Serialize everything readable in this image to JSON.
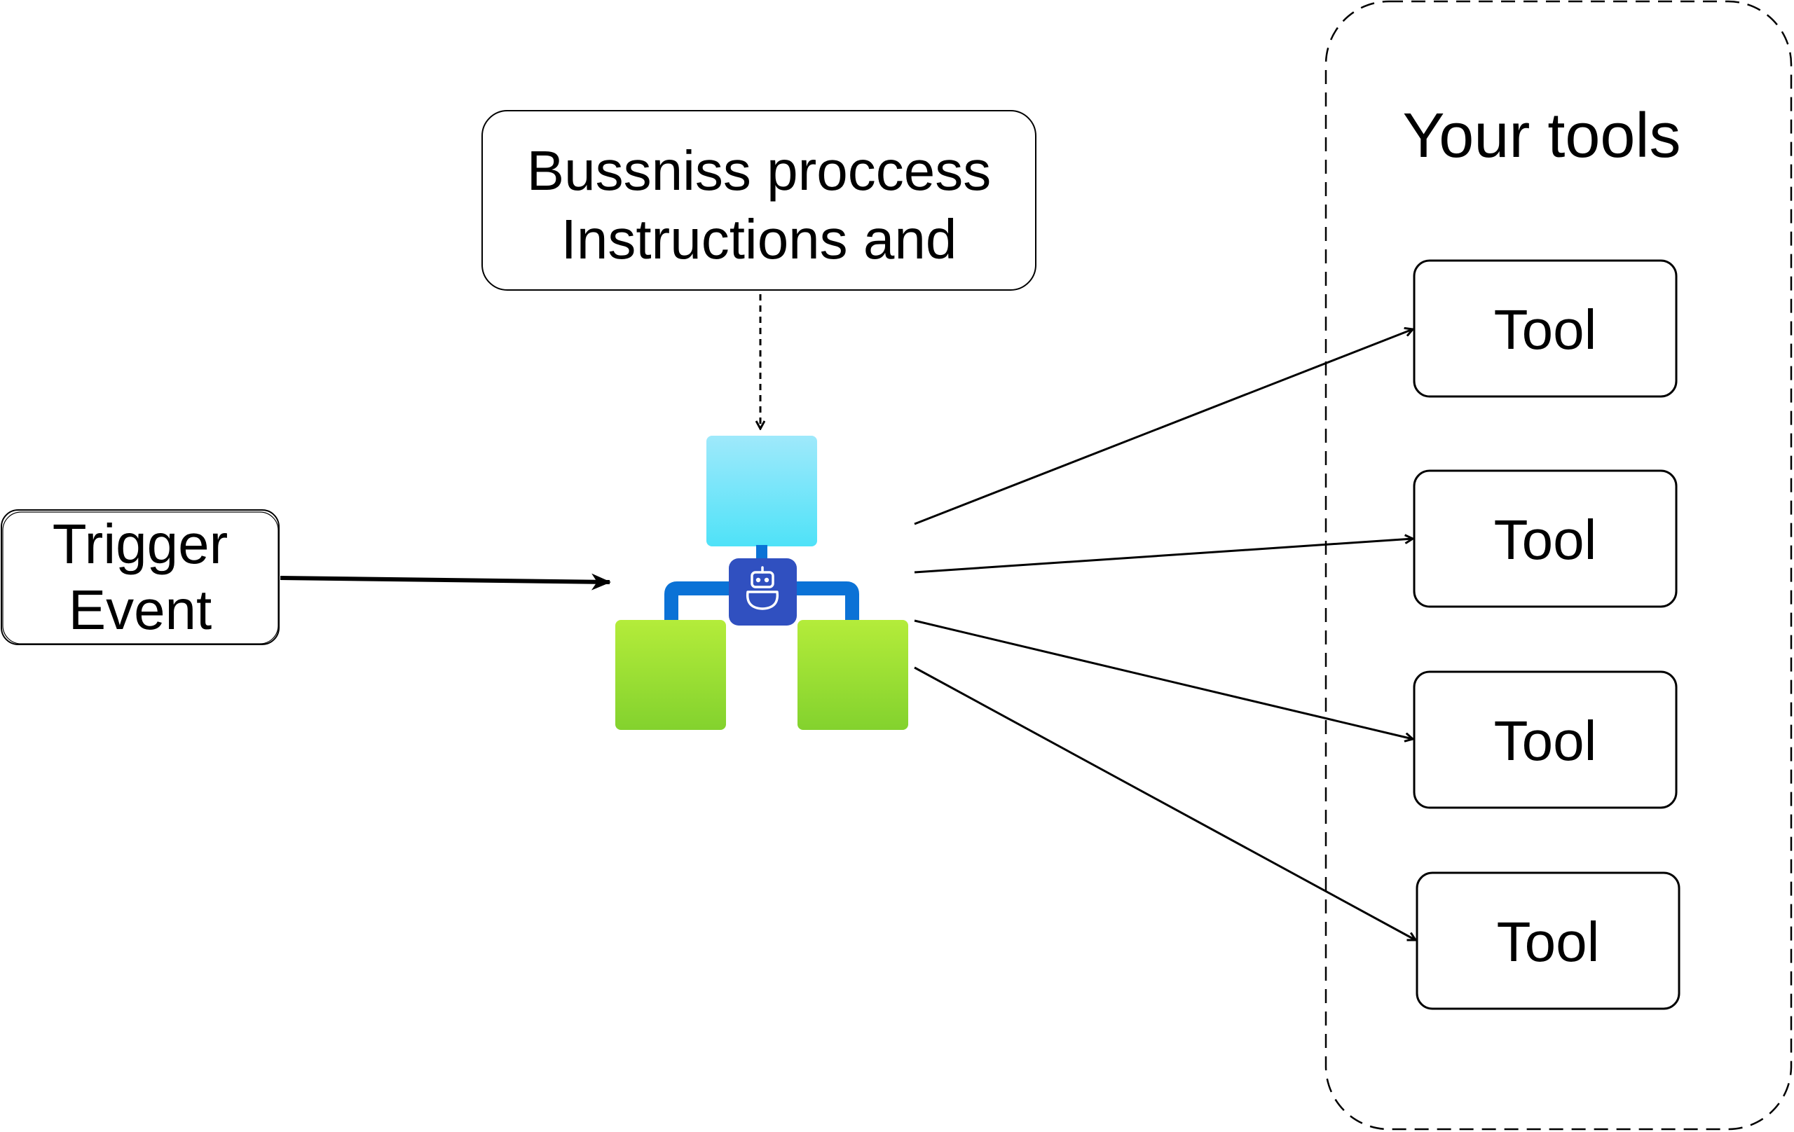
{
  "instructions_box": {
    "line1": "Bussniss proccess",
    "line2": "Instructions and"
  },
  "trigger_box": {
    "line1": "Trigger",
    "line2": "Event"
  },
  "tools_group": {
    "title": "Your tools",
    "tools": [
      {
        "label": "Tool"
      },
      {
        "label": "Tool"
      },
      {
        "label": "Tool"
      },
      {
        "label": "Tool"
      }
    ]
  },
  "agent_icon": {
    "icon": "agent-robot-icon",
    "colors": {
      "top_block": "#50e6ff",
      "side_blocks": "#86d633",
      "connector": "#0078d4",
      "robot_tile": "#3050c0"
    }
  },
  "colors": {
    "stroke": "#000000",
    "background": "#ffffff"
  }
}
